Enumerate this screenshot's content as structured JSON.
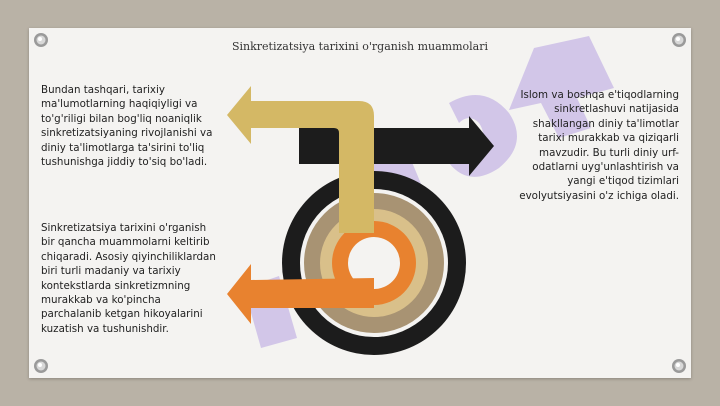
{
  "slide": {
    "title": "Sinkretizatsiya tarixini o'rganish muammolari",
    "paragraph_left_top": "Bundan tashqari, tarixiy ma'lumotlarning haqiqiyligi va to'g'riligi bilan bog'liq noaniqlik sinkretizatsiyaning rivojlanishi va diniy ta'limotlarga ta'sirini to'liq tushunishga jiddiy to'siq bo'ladi.",
    "paragraph_left_bottom": "Sinkretizatsiya tarixini o'rganish bir qancha muammolarni keltirib chiqaradi. Asosiy qiyinchiliklardan biri turli madaniy va tarixiy kontekstlarda sinkretizmning murakkab va ko'pincha parchalanib ketgan hikoyalarini kuzatish va tushunishdir.",
    "paragraph_right": "Islom va boshqa e'tiqodlarning sinkretlashuvi natijasida shakllangan diniy ta'limotlar tarixi murakkab va qiziqarli mavzudir. Bu turli diniy urf-odatlarni uyg'unlashtirish va yangi e'tiqod tizimlari evolyutsiyasini o'z ichiga oladi."
  },
  "colors": {
    "background": "#b9b2a6",
    "slide": "#f4f3f1",
    "ring_outer": "#1c1c1c",
    "ring_2": "#a89373",
    "ring_3": "#d9c08a",
    "ring_inner": "#e8822f",
    "arrow_gold": "#d4b865",
    "arrow_black": "#1c1c1c",
    "arrow_orange": "#e8822f",
    "watermark": "#c7b8e6"
  },
  "icons": [
    "pushpin-icon",
    "circular-arrows-diagram"
  ]
}
